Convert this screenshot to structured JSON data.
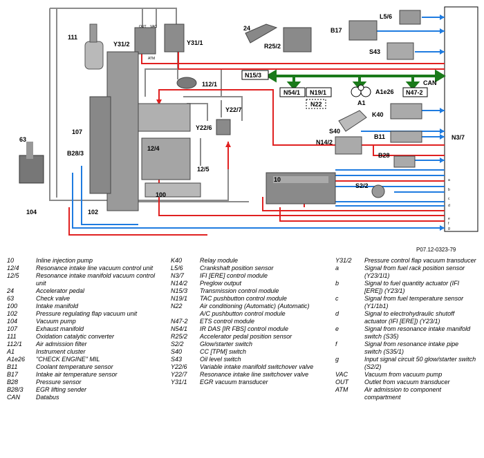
{
  "diagram": {
    "labels": {
      "n111": "111",
      "y312": "Y31/2",
      "y311": "Y31/1",
      "n24": "24",
      "r252": "R25/2",
      "b17": "B17",
      "l56": "L5/6",
      "s43": "S43",
      "n1121": "112/1",
      "n153": "N15/3",
      "can": "CAN",
      "n541": "N54/1",
      "n191": "N19/1",
      "n22": "N22",
      "a1": "A1",
      "a1e26": "A1e26",
      "n472": "N47-2",
      "y227": "Y22/7",
      "y226": "Y22/6",
      "k40": "K40",
      "s40": "S40",
      "b11": "B11",
      "n142": "N14/2",
      "n37": "N3/7",
      "b28": "B28",
      "n107": "107",
      "b283": "B28/3",
      "n124": "12/4",
      "n125": "12/5",
      "n63": "63",
      "n10": "10",
      "s22": "S2/2",
      "n100": "100",
      "n104": "104",
      "n102": "102",
      "out": "OUT",
      "vac": "VAC",
      "atm": "ATM",
      "pa": "a",
      "pb": "b",
      "pc": "c",
      "pd": "d",
      "pe": "e",
      "pf": "f",
      "pg": "g"
    },
    "figure_id": "P07.12-0323-79"
  },
  "legend": {
    "col1": [
      {
        "code": "10",
        "desc": "Inline injection pump"
      },
      {
        "code": "12/4",
        "desc": "Resonance intake line vacuum control unit"
      },
      {
        "code": "12/5",
        "desc": "Resonance intake manifold vacuum control unit"
      },
      {
        "code": "24",
        "desc": "Accelerator pedal"
      },
      {
        "code": "63",
        "desc": "Check valve"
      },
      {
        "code": "100",
        "desc": "Intake manifold"
      },
      {
        "code": "102",
        "desc": "Pressure regulating flap vacuum unit"
      },
      {
        "code": "104",
        "desc": "Vacuum pump"
      },
      {
        "code": "107",
        "desc": "Exhaust manifold"
      },
      {
        "code": "111",
        "desc": "Oxidation catalytic converter"
      },
      {
        "code": "112/1",
        "desc": "Air admission filter"
      },
      {
        "code": "A1",
        "desc": "Instrument cluster"
      },
      {
        "code": "A1e26",
        "desc": "\"CHECK ENGINE\" MIL"
      },
      {
        "code": "B11",
        "desc": "Coolant temperature sensor"
      },
      {
        "code": "B17",
        "desc": "Intake air temperature sensor"
      },
      {
        "code": "B28",
        "desc": "Pressure sensor"
      },
      {
        "code": "B28/3",
        "desc": "EGR lifting sender"
      },
      {
        "code": "CAN",
        "desc": "Databus"
      }
    ],
    "col2": [
      {
        "code": "K40",
        "desc": "Relay module"
      },
      {
        "code": "L5/6",
        "desc": "Crankshaft position sensor"
      },
      {
        "code": "N3/7",
        "desc": "IFI [ERE] control module"
      },
      {
        "code": "N14/2",
        "desc": "Preglow output"
      },
      {
        "code": "N15/3",
        "desc": "Transmission control module"
      },
      {
        "code": "N19/1",
        "desc": "TAC pushbutton control module"
      },
      {
        "code": "N22",
        "desc": "Air conditioning (Automatic) (Automatic) A/C pushbutton control module"
      },
      {
        "code": "N47-2",
        "desc": "ETS control module"
      },
      {
        "code": "N54/1",
        "desc": "IR DAS [IR FBS] control module"
      },
      {
        "code": "R25/2",
        "desc": "Accelerator pedal position sensor"
      },
      {
        "code": "S2/2",
        "desc": "Glow/starter switch"
      },
      {
        "code": "S40",
        "desc": "CC [TPM] switch"
      },
      {
        "code": "S43",
        "desc": "Oil level switch"
      },
      {
        "code": "Y22/6",
        "desc": "Variable intake manifold switchover valve"
      },
      {
        "code": "Y22/7",
        "desc": "Resonance intake line switchover valve"
      },
      {
        "code": "Y31/1",
        "desc": "EGR vacuum transducer"
      }
    ],
    "col3": [
      {
        "code": "Y31/2",
        "desc": "Pressure control flap vacuum transducer"
      },
      {
        "code": "a",
        "desc": "Signal from fuel rack position sensor (Y23/1l1)"
      },
      {
        "code": "b",
        "desc": "Signal to fuel quantity actuator (IFI [ERE]) (Y23/1)"
      },
      {
        "code": "c",
        "desc": "Signal from fuel temperature sensor (Y1/1b1)"
      },
      {
        "code": "d",
        "desc": "Signal to electrohydraulic shutoff actuator (IFI [ERE]) (Y23/1)"
      },
      {
        "code": "e",
        "desc": "Signal from resonance intake manifold switch (S35)"
      },
      {
        "code": "f",
        "desc": "Signal from resonance intake pipe switch (S35/1)"
      },
      {
        "code": "g",
        "desc": "Input signal circuit 50 glow/starter switch (S2/2)"
      },
      {
        "code": "VAC",
        "desc": "Vacuum from vacuum pump"
      },
      {
        "code": "OUT",
        "desc": "Outlet from vacuum transducer"
      },
      {
        "code": "ATM",
        "desc": "Air admission to component compartment"
      }
    ]
  },
  "colors": {
    "signal_in": "#1e7be0",
    "signal_out": "#e02020",
    "can_bus": "#1a7a1a",
    "vacuum_line": "#8c8c8c"
  }
}
